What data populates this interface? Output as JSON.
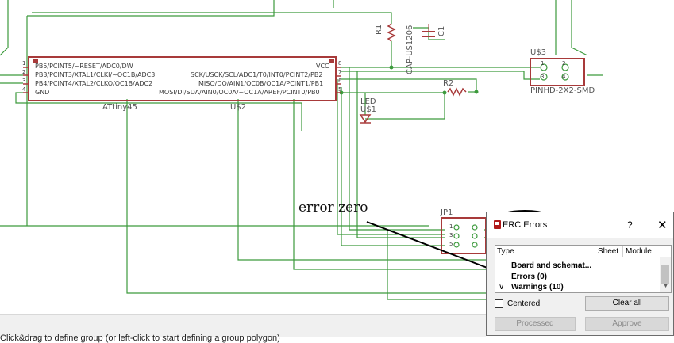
{
  "schematic": {
    "pins_left": [
      "PB5/PCINT5/~RESET/ADC0/DW",
      "PB3/PCINT3/XTAL1/CLKI/~OC1B/ADC3",
      "PB4/PCINT4/XTAL2/CLKO/OC1B/ADC2",
      "GND"
    ],
    "pins_right": [
      "VCC",
      "SCK/USCK/SCL/ADC1/T0/INT0/PCINT2/PB2",
      "MISO/DO/AIN1/OC0B/OC1A/PCINT1/PB1",
      "MOSI/DI/SDA/AIN0/OC0A/~OC1A/AREF/PCINT0/PB0"
    ],
    "pin_numbers_left": [
      "1",
      "2",
      "3",
      "4"
    ],
    "pin_numbers_right": [
      "8",
      "7",
      "6",
      "5"
    ],
    "ic_value": "ATtiny45",
    "ic_name": "U$2",
    "r1": "R1",
    "c_value": "CAP-US1206",
    "c_name": "C1",
    "r2": "R2",
    "led_value": "LED",
    "led_name": "U$1",
    "header_name": "U$3",
    "header_value": "PINHD-2X2-SMD",
    "header_pins": [
      "1",
      "2",
      "3",
      "4"
    ],
    "jp_name": "JP1",
    "jp_pins": [
      "1",
      "3",
      "5"
    ]
  },
  "annotation": "error zero",
  "status_bar": {
    "text": "Click&drag to define group (or left-click to start defining a group polygon)"
  },
  "erc_dialog": {
    "title": "ERC Errors",
    "help_glyph": "?",
    "close_glyph": "✕",
    "columns": [
      "Type",
      "Sheet",
      "Module"
    ],
    "rows": [
      "Board and schemat...",
      "Errors (0)",
      "Warnings (10)"
    ],
    "warnings_chevron": "∨",
    "centered_label": "Centered",
    "clear_all_label": "Clear all",
    "processed_label": "Processed",
    "approve_label": "Approve"
  },
  "colors": {
    "wire": "#3c9a3c",
    "part_outline": "#a83a3a",
    "annotation_ink": "#000000"
  }
}
